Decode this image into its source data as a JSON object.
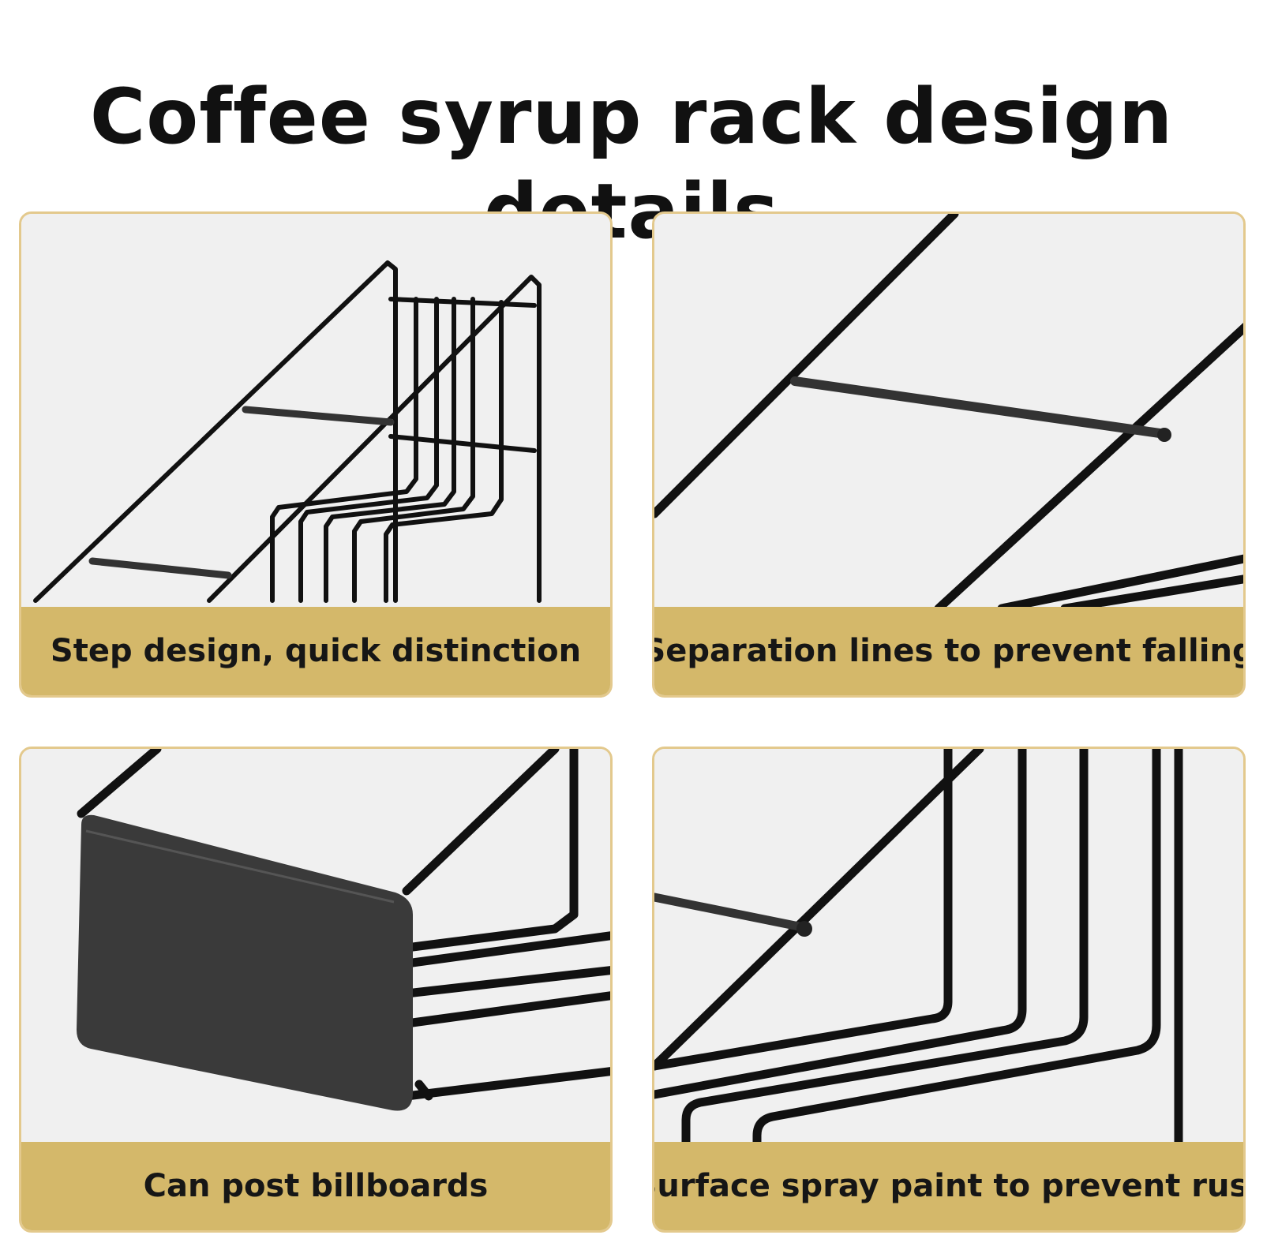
{
  "title": "Coffee syrup rack design details",
  "cards": [
    {
      "caption": "Step design, quick distinction",
      "image": "stepped-wire-rack-photo"
    },
    {
      "caption": "Separation lines to prevent falling",
      "image": "separation-bar-closeup-photo"
    },
    {
      "caption": "Can post billboards",
      "image": "front-billboard-panel-photo"
    },
    {
      "caption": "Surface spray paint to prevent rust",
      "image": "painted-wire-closeup-photo"
    }
  ],
  "colors": {
    "card_border": "#e3c98d",
    "caption_band": "#d4b86a",
    "photo_bg": "#f1f1f1",
    "wire": "#111111"
  }
}
